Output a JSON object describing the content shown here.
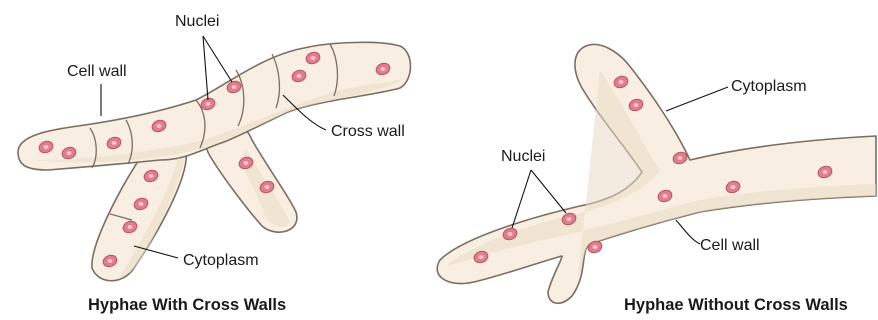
{
  "left_diagram": {
    "labels": {
      "nuclei": "Nuclei",
      "cell_wall": "Cell wall",
      "cross_wall": "Cross wall",
      "cytoplasm": "Cytoplasm"
    },
    "caption": "Hyphae With Cross Walls"
  },
  "right_diagram": {
    "labels": {
      "cytoplasm": "Cytoplasm",
      "nuclei": "Nuclei",
      "cell_wall": "Cell wall"
    },
    "caption": "Hyphae Without Cross Walls"
  },
  "colors": {
    "cytoplasm_fill": "#f8efe2",
    "wall_stroke": "#7a6e60",
    "nucleus_fill": "#e07e8e"
  }
}
